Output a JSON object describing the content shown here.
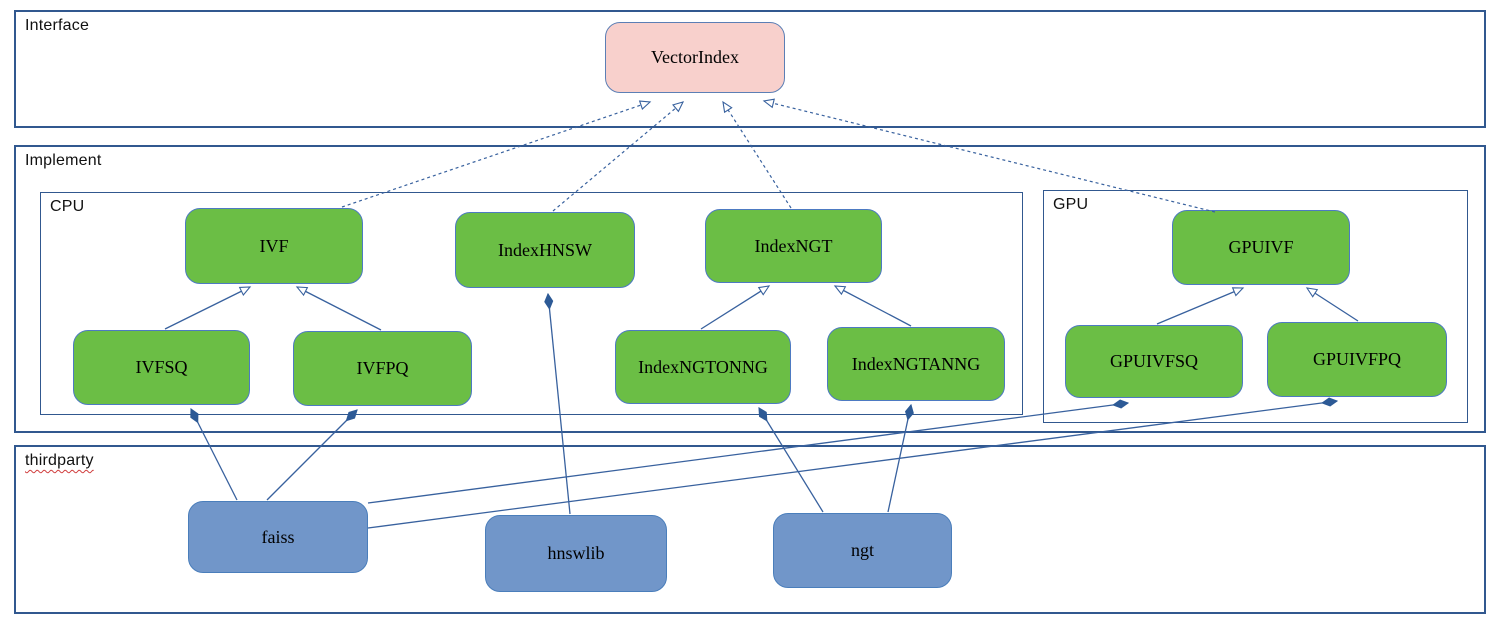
{
  "containers": {
    "interface": "Interface",
    "implement": "Implement",
    "cpu": "CPU",
    "gpu": "GPU",
    "thirdparty": "thirdparty"
  },
  "nodes": {
    "vectorindex": "VectorIndex",
    "ivf": "IVF",
    "indexhnsw": "IndexHNSW",
    "indexngt": "IndexNGT",
    "ivfsq": "IVFSQ",
    "ivfpq": "IVFPQ",
    "indexngtonng": "IndexNGTONNG",
    "indexngtanng": "IndexNGTANNG",
    "gpuivf": "GPUIVF",
    "gpuivfsq": "GPUIVFSQ",
    "gpuivfpq": "GPUIVFPQ",
    "faiss": "faiss",
    "hnswlib": "hnswlib",
    "ngt": "ngt"
  },
  "colors": {
    "interface_node_fill": "#f8d0cc",
    "implement_node_fill": "#6bbe45",
    "thirdparty_node_fill": "#7196c9",
    "node_border": "#4d7ac2",
    "container_border": "#31588f",
    "connector": "#38619e",
    "spellcheck_underline": "#d03c3c"
  },
  "edges": [
    {
      "from": "IVF",
      "to": "VectorIndex",
      "type": "realization-dashed-hollow-arrow"
    },
    {
      "from": "IndexHNSW",
      "to": "VectorIndex",
      "type": "realization-dashed-hollow-arrow"
    },
    {
      "from": "IndexNGT",
      "to": "VectorIndex",
      "type": "realization-dashed-hollow-arrow"
    },
    {
      "from": "GPUIVF",
      "to": "VectorIndex",
      "type": "realization-dashed-hollow-arrow"
    },
    {
      "from": "IVFSQ",
      "to": "IVF",
      "type": "generalization-hollow-arrow"
    },
    {
      "from": "IVFPQ",
      "to": "IVF",
      "type": "generalization-hollow-arrow"
    },
    {
      "from": "IndexNGTONNG",
      "to": "IndexNGT",
      "type": "generalization-hollow-arrow"
    },
    {
      "from": "IndexNGTANNG",
      "to": "IndexNGT",
      "type": "generalization-hollow-arrow"
    },
    {
      "from": "GPUIVFSQ",
      "to": "GPUIVF",
      "type": "generalization-hollow-arrow"
    },
    {
      "from": "GPUIVFPQ",
      "to": "GPUIVF",
      "type": "generalization-hollow-arrow"
    },
    {
      "from": "faiss",
      "to": "IVFSQ",
      "type": "composition-filled-diamond"
    },
    {
      "from": "faiss",
      "to": "IVFPQ",
      "type": "composition-filled-diamond"
    },
    {
      "from": "faiss",
      "to": "GPUIVFSQ",
      "type": "composition-filled-diamond"
    },
    {
      "from": "faiss",
      "to": "GPUIVFPQ",
      "type": "composition-filled-diamond"
    },
    {
      "from": "hnswlib",
      "to": "IndexHNSW",
      "type": "composition-filled-diamond"
    },
    {
      "from": "ngt",
      "to": "IndexNGTONNG",
      "type": "composition-filled-diamond"
    },
    {
      "from": "ngt",
      "to": "IndexNGTANNG",
      "type": "composition-filled-diamond"
    }
  ]
}
